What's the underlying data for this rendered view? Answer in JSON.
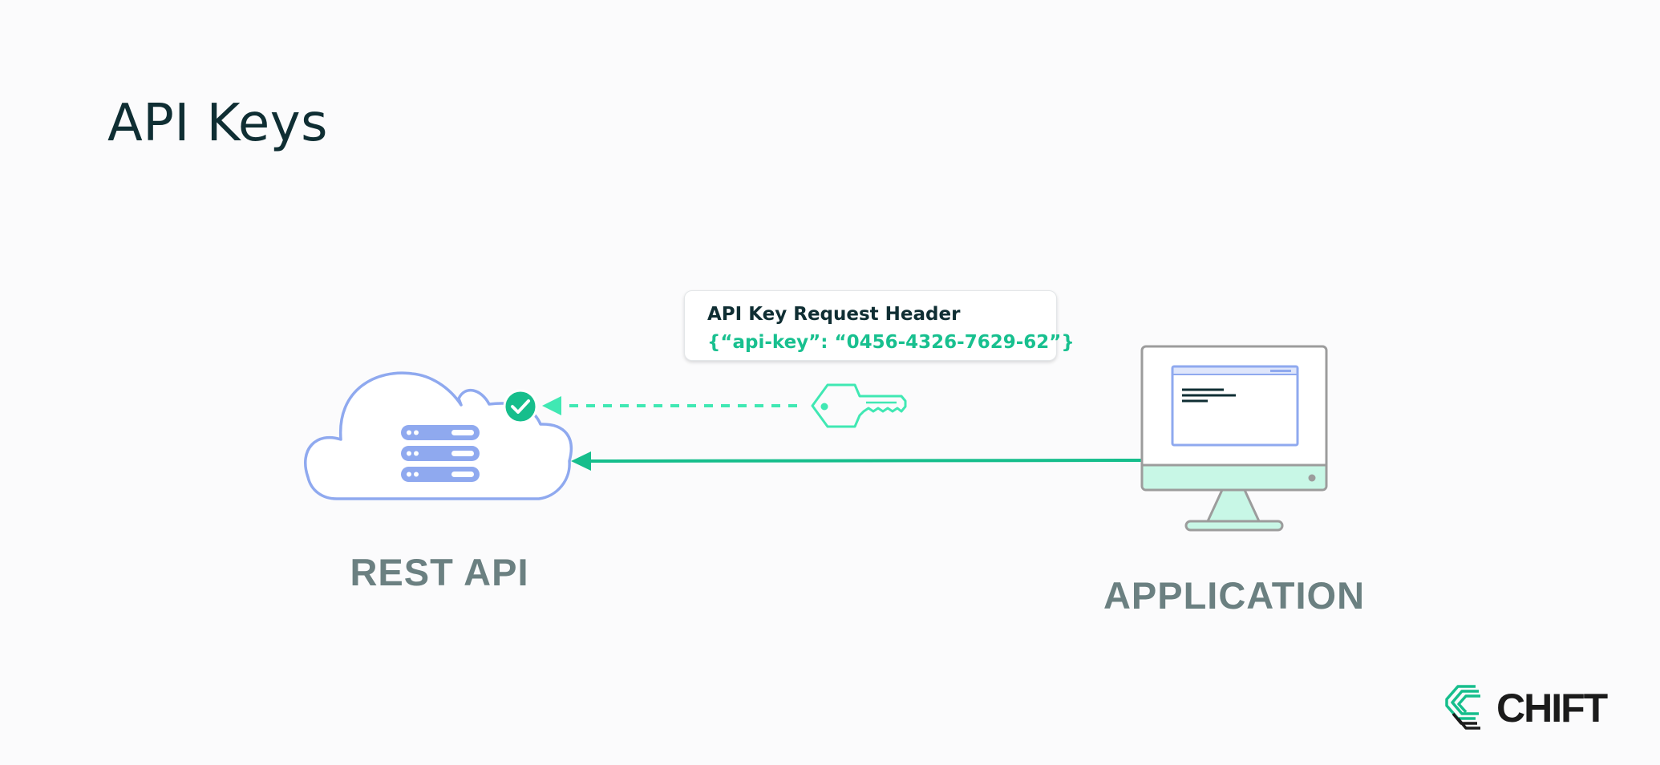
{
  "title": "API Keys",
  "request_header": {
    "title": "API Key Request Header",
    "code": "{“api-key”: “0456-4326-7629-62”}"
  },
  "nodes": {
    "rest_api": {
      "label": "REST API",
      "icon": "cloud-server-icon"
    },
    "application": {
      "label": "APPLICATION",
      "icon": "desktop-monitor-icon"
    }
  },
  "edges": [
    {
      "from": "application",
      "to": "rest_api",
      "style": "solid",
      "color": "#16be8c"
    },
    {
      "from": "key",
      "to": "rest_api",
      "style": "dashed",
      "color": "#40e8b3",
      "icon": "key-icon"
    }
  ],
  "status_icon": "check-circle-icon",
  "brand": {
    "name": "CHIFT",
    "icon": "chift-logo-icon"
  },
  "colors": {
    "title": "#0f2e33",
    "accent_green": "#16be8c",
    "light_green": "#40e8b3",
    "cloud_blue": "#8fa9ef",
    "label_gray": "#6b8081",
    "monitor_gray": "#9c9c9c",
    "monitor_base": "#c8f7e6"
  }
}
